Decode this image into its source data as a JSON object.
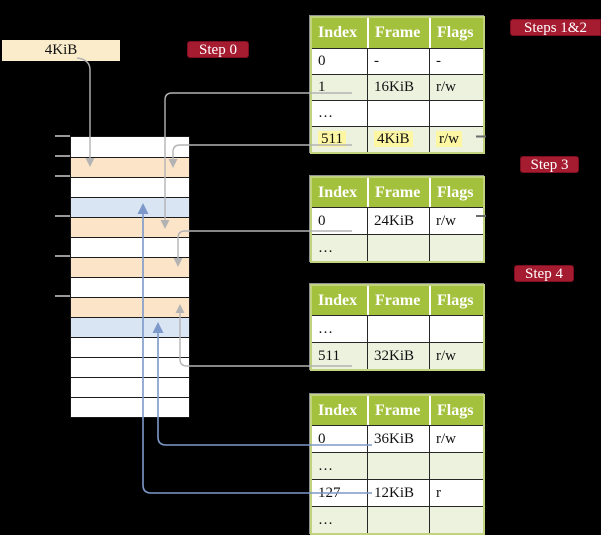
{
  "colors": {
    "background": "#000000",
    "badge_bg": "#a51c30",
    "badge_border": "#7c0e20",
    "badge_text": "#ffffff",
    "box_4kib_bg": "#fbeccb",
    "table_header_bg": "#a4c13d",
    "table_row_green": "#edf2df",
    "table_row_white": "#ffffff",
    "table_border": "#c2d37f",
    "cell_highlight": "#fdf6a2",
    "memory_orange": "#fbe4c8",
    "memory_blue": "#d9e5f3",
    "memory_white": "#ffffff",
    "connector_gray": "#b3b3b3",
    "connector_blue": "#7d99c9",
    "tick_gray": "#9a9a9a",
    "edge_dash_gray": "#6b6b6b"
  },
  "box_4kib": {
    "label": "4KiB"
  },
  "badges": {
    "step0": "Step 0",
    "steps12": "Steps 1&2",
    "step3": "Step 3",
    "step4": "Step 4"
  },
  "memory_column": {
    "rows": [
      "white",
      "orange",
      "white",
      "blue",
      "orange",
      "white",
      "orange",
      "white",
      "orange",
      "blue",
      "white",
      "white",
      "white",
      "white"
    ]
  },
  "tables": [
    {
      "name": "page-table-steps-1-2",
      "headers": [
        "Index",
        "Frame",
        "Flags"
      ],
      "rows": [
        {
          "cells": [
            "0",
            "-",
            "-"
          ],
          "shaded": false,
          "highlight": false
        },
        {
          "cells": [
            "1",
            "16KiB",
            "r/w"
          ],
          "shaded": true,
          "highlight": false
        },
        {
          "cells": [
            "…",
            "",
            ""
          ],
          "shaded": false,
          "highlight": false
        },
        {
          "cells": [
            "511",
            "4KiB",
            "r/w"
          ],
          "shaded": true,
          "highlight": true
        }
      ]
    },
    {
      "name": "page-table-step-3",
      "headers": [
        "Index",
        "Frame",
        "Flags"
      ],
      "rows": [
        {
          "cells": [
            "0",
            "24KiB",
            "r/w"
          ],
          "shaded": false,
          "highlight": false
        },
        {
          "cells": [
            "…",
            "",
            ""
          ],
          "shaded": true,
          "highlight": false
        }
      ]
    },
    {
      "name": "page-table-step-4",
      "headers": [
        "Index",
        "Frame",
        "Flags"
      ],
      "rows": [
        {
          "cells": [
            "…",
            "",
            ""
          ],
          "shaded": false,
          "highlight": false
        },
        {
          "cells": [
            "511",
            "32KiB",
            "r/w"
          ],
          "shaded": true,
          "highlight": false
        }
      ]
    },
    {
      "name": "page-table-final",
      "headers": [
        "Index",
        "Frame",
        "Flags"
      ],
      "rows": [
        {
          "cells": [
            "0",
            "36KiB",
            "r/w"
          ],
          "shaded": false,
          "highlight": false
        },
        {
          "cells": [
            "…",
            "",
            ""
          ],
          "shaded": true,
          "highlight": false
        },
        {
          "cells": [
            "127",
            "12KiB",
            "r"
          ],
          "shaded": false,
          "highlight": false
        },
        {
          "cells": [
            "…",
            "",
            ""
          ],
          "shaded": true,
          "highlight": false
        }
      ]
    }
  ],
  "connectors": [
    {
      "from": "4KiB box",
      "to": "memory frame 4KiB (row 1)",
      "color": "gray"
    },
    {
      "from": "table1 entry 1 -> 16KiB",
      "to": "memory frame 16KiB (row 4)",
      "color": "gray"
    },
    {
      "from": "table1 entry 511 -> 4KiB",
      "to": "memory frame 4KiB (row 1)",
      "color": "gray"
    },
    {
      "from": "table2 entry 0 -> 24KiB",
      "to": "memory frame 24KiB (row 6)",
      "color": "gray"
    },
    {
      "from": "table3 entry 511 -> 32KiB",
      "to": "memory frame 32KiB (row 8)",
      "color": "gray"
    },
    {
      "from": "table4 entry 0 -> 36KiB",
      "to": "memory frame 36KiB (row 9)",
      "color": "blue"
    },
    {
      "from": "table4 entry 127 -> 12KiB",
      "to": "memory frame 12KiB (row 3)",
      "color": "blue"
    }
  ]
}
